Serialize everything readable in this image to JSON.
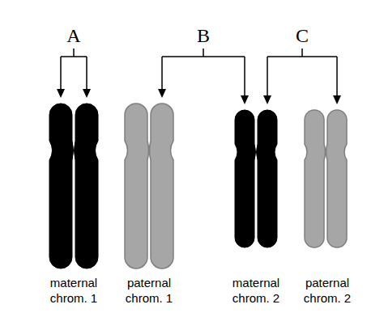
{
  "diagram": {
    "labels": [
      "A",
      "B",
      "C",
      "maternal chrom. 1",
      "paternal chrom. 1",
      "maternal chrom. 2",
      "paternal chrom. 2"
    ]
  }
}
